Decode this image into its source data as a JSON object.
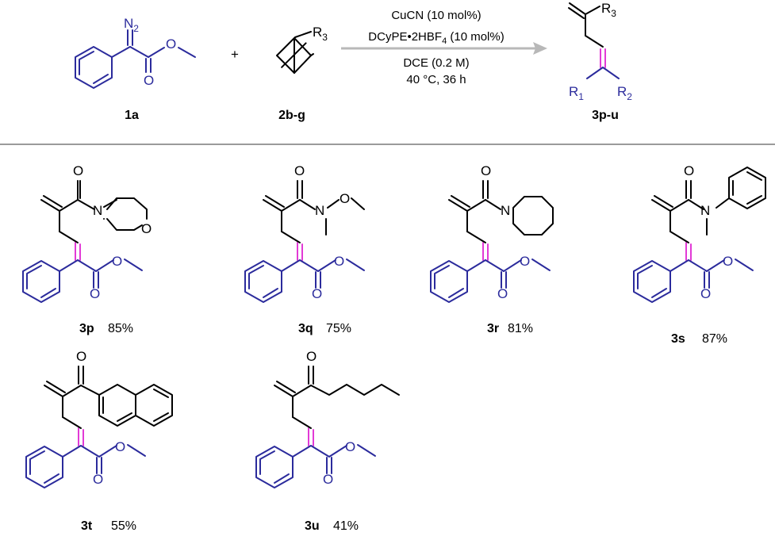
{
  "colors": {
    "core": "#2b2b9c",
    "new_bond": "#e23ad6",
    "arrow": "#b8b8b8",
    "divider": "#9a9a9a"
  },
  "reaction": {
    "reagent1": {
      "label": "1a",
      "atom_N2": "N",
      "atom_N2_sub": "2",
      "atom_O1": "O",
      "atom_O2": "O"
    },
    "plus": "+",
    "reagent2": {
      "label": "2b-g",
      "group": "R",
      "group_sub": "3"
    },
    "conditions": {
      "line1": "CuCN (10 mol%)",
      "line2_a": "DCyPE•2HBF",
      "line2_sub": "4",
      "line2_b": " (10 mol%)",
      "line3": "DCE (0.2 M)",
      "line4": "40 °C, 36 h"
    },
    "product": {
      "label": "3p-u",
      "r3": "R",
      "r3_sub": "3",
      "r1": "R",
      "r1_sub": "1",
      "r2": "R",
      "r2_sub": "2"
    }
  },
  "compounds": [
    {
      "id": "3p",
      "yield": "85%",
      "atoms": [
        "O",
        "N",
        "O",
        "O",
        "O"
      ]
    },
    {
      "id": "3q",
      "yield": "75%",
      "atoms": [
        "O",
        "N",
        "O",
        "O",
        "O"
      ]
    },
    {
      "id": "3r",
      "yield": "81%",
      "atoms": [
        "O",
        "N",
        "O",
        "O"
      ]
    },
    {
      "id": "3s",
      "yield": "87%",
      "atoms": [
        "O",
        "N",
        "O",
        "O"
      ]
    },
    {
      "id": "3t",
      "yield": "55%",
      "atoms": [
        "O",
        "O",
        "O"
      ]
    },
    {
      "id": "3u",
      "yield": "41%",
      "atoms": [
        "O",
        "O",
        "O"
      ]
    }
  ]
}
